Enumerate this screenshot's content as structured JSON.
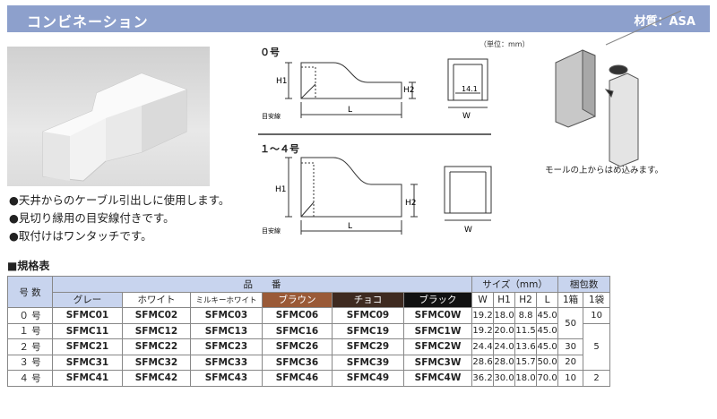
{
  "header": {
    "title": "コンビネーション",
    "material": "材質：ASA"
  },
  "features": [
    "●天井からのケーブル引出しに使用します。",
    "●見切り縁用の目安線付きです。",
    "●取付けはワンタッチです。"
  ],
  "diagram": {
    "unit_note": "（単位：mm）",
    "label_0": "０号",
    "label_1_4": "１～４号",
    "dim_H1": "H1",
    "dim_H2": "H2",
    "dim_L": "L",
    "dim_W": "W",
    "dim_14_1": "14.1",
    "guide_line": "目安線",
    "mall_caption": "モールの上からはめ込みます。"
  },
  "spec": {
    "title": "■規格表",
    "headers": {
      "number": "号 数",
      "product": "品　　番",
      "size": "サイズ（mm）",
      "pack": "梱包数",
      "colors": [
        "グレー",
        "ホワイト",
        "ミルキーホワイト",
        "ブラウン",
        "チョコ",
        "ブラック"
      ],
      "size_cols": [
        "W",
        "H1",
        "H2",
        "L"
      ],
      "pack_cols": [
        "1箱",
        "1袋"
      ]
    },
    "rows": [
      {
        "num": "０ 号",
        "codes": [
          "SFMC01",
          "SFMC02",
          "SFMC03",
          "SFMC06",
          "SFMC09",
          "SFMC0W"
        ],
        "W": "19.2",
        "H1": "18.0",
        "H2": "8.8",
        "L": "45.0"
      },
      {
        "num": "１ 号",
        "codes": [
          "SFMC11",
          "SFMC12",
          "SFMC13",
          "SFMC16",
          "SFMC19",
          "SFMC1W"
        ],
        "W": "19.2",
        "H1": "20.0",
        "H2": "11.5",
        "L": "45.0"
      },
      {
        "num": "２ 号",
        "codes": [
          "SFMC21",
          "SFMC22",
          "SFMC23",
          "SFMC26",
          "SFMC29",
          "SFMC2W"
        ],
        "W": "24.4",
        "H1": "24.0",
        "H2": "13.6",
        "L": "45.0"
      },
      {
        "num": "３ 号",
        "codes": [
          "SFMC31",
          "SFMC32",
          "SFMC33",
          "SFMC36",
          "SFMC39",
          "SFMC3W"
        ],
        "W": "28.6",
        "H1": "28.0",
        "H2": "15.7",
        "L": "50.0"
      },
      {
        "num": "４ 号",
        "codes": [
          "SFMC41",
          "SFMC42",
          "SFMC43",
          "SFMC46",
          "SFMC49",
          "SFMC4W"
        ],
        "W": "36.2",
        "H1": "30.0",
        "H2": "18.0",
        "L": "70.0"
      }
    ],
    "pack": {
      "box_0_1": "50",
      "bag_0": "10",
      "box_2": "30",
      "box_3": "20",
      "bags_1_3": "5",
      "box_4": "10",
      "bag_4": "2"
    }
  }
}
